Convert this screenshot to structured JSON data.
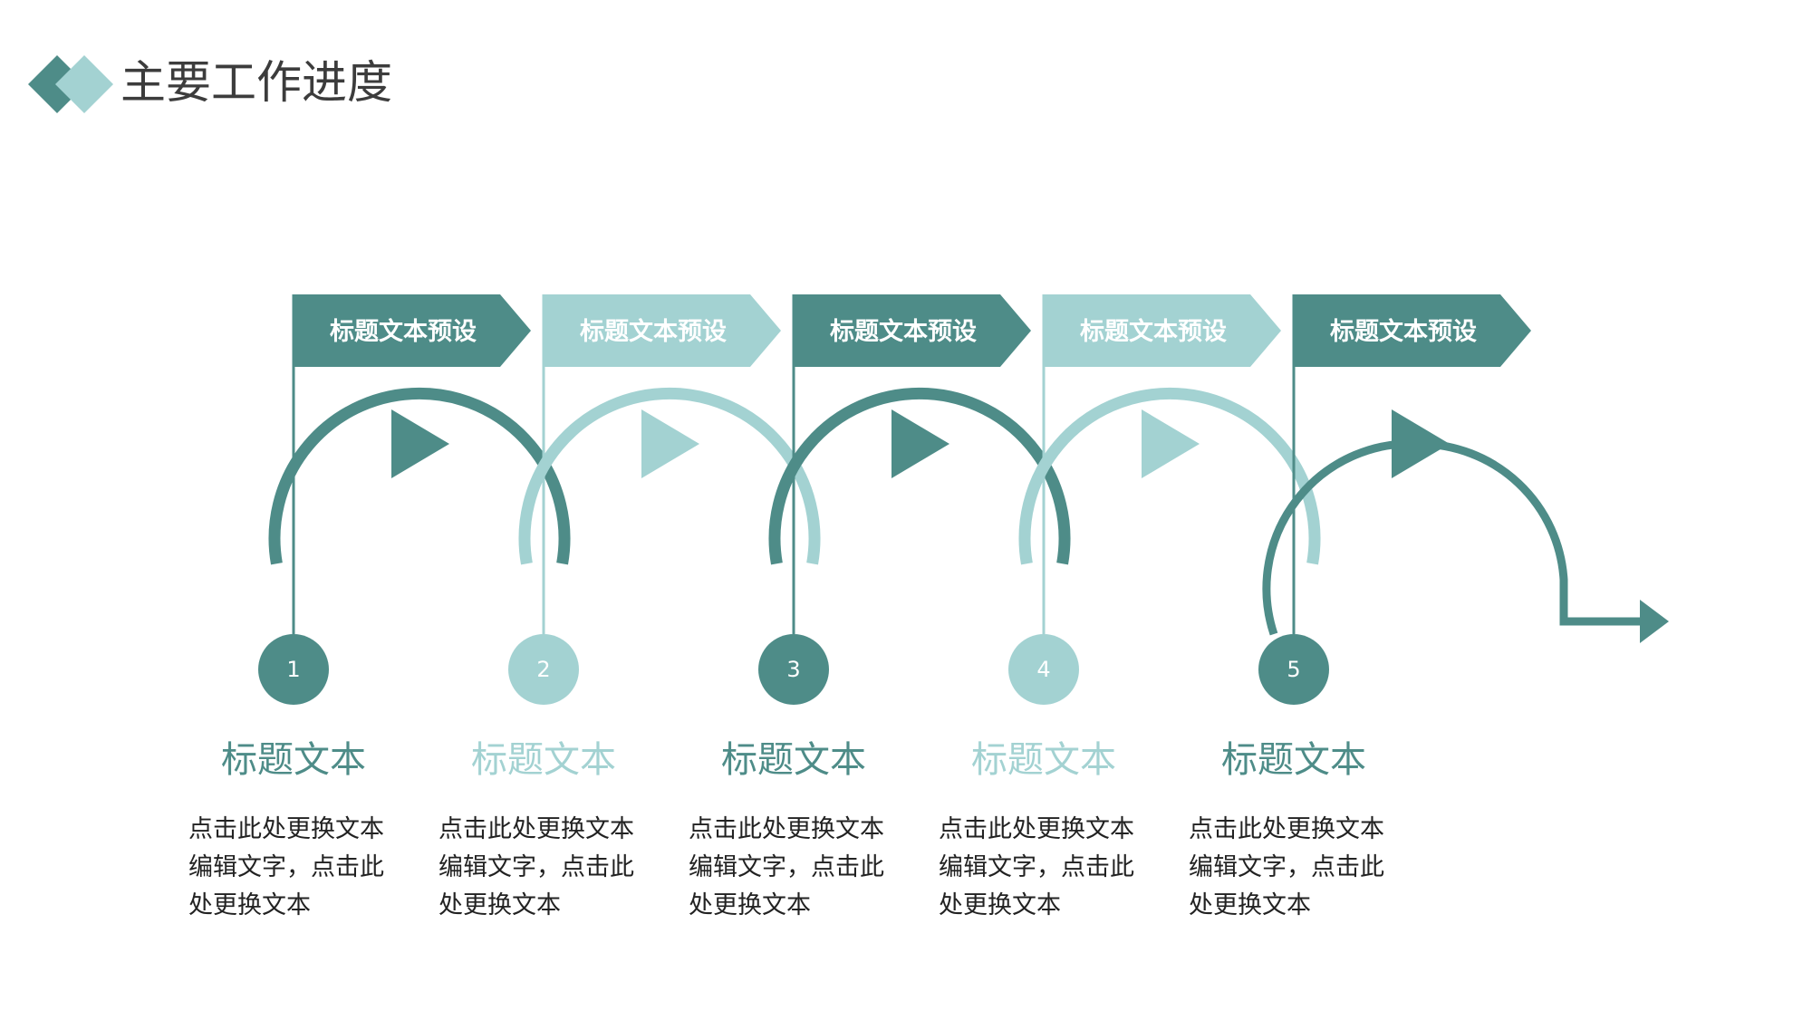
{
  "header": {
    "title": "主要工作进度"
  },
  "colors": {
    "dark": "#4e8c88",
    "light": "#a3d2d2",
    "text": "#222222"
  },
  "steps": [
    {
      "number": "1",
      "flag_label": "标题文本预设",
      "heading": "标题文本",
      "desc_lines": [
        "点击此处更换文本",
        "编辑文字，点击此",
        "处更换文本"
      ],
      "tone": "dark"
    },
    {
      "number": "2",
      "flag_label": "标题文本预设",
      "heading": "标题文本",
      "desc_lines": [
        "点击此处更换文本",
        "编辑文字，点击此",
        "处更换文本"
      ],
      "tone": "light"
    },
    {
      "number": "3",
      "flag_label": "标题文本预设",
      "heading": "标题文本",
      "desc_lines": [
        "点击此处更换文本",
        "编辑文字，点击此",
        "处更换文本"
      ],
      "tone": "dark"
    },
    {
      "number": "4",
      "flag_label": "标题文本预设",
      "heading": "标题文本",
      "desc_lines": [
        "点击此处更换文本",
        "编辑文字，点击此",
        "处更换文本"
      ],
      "tone": "light"
    },
    {
      "number": "5",
      "flag_label": "标题文本预设",
      "heading": "标题文本",
      "desc_lines": [
        "点击此处更换文本",
        "编辑文字，点击此",
        "处更换文本"
      ],
      "tone": "dark"
    }
  ]
}
